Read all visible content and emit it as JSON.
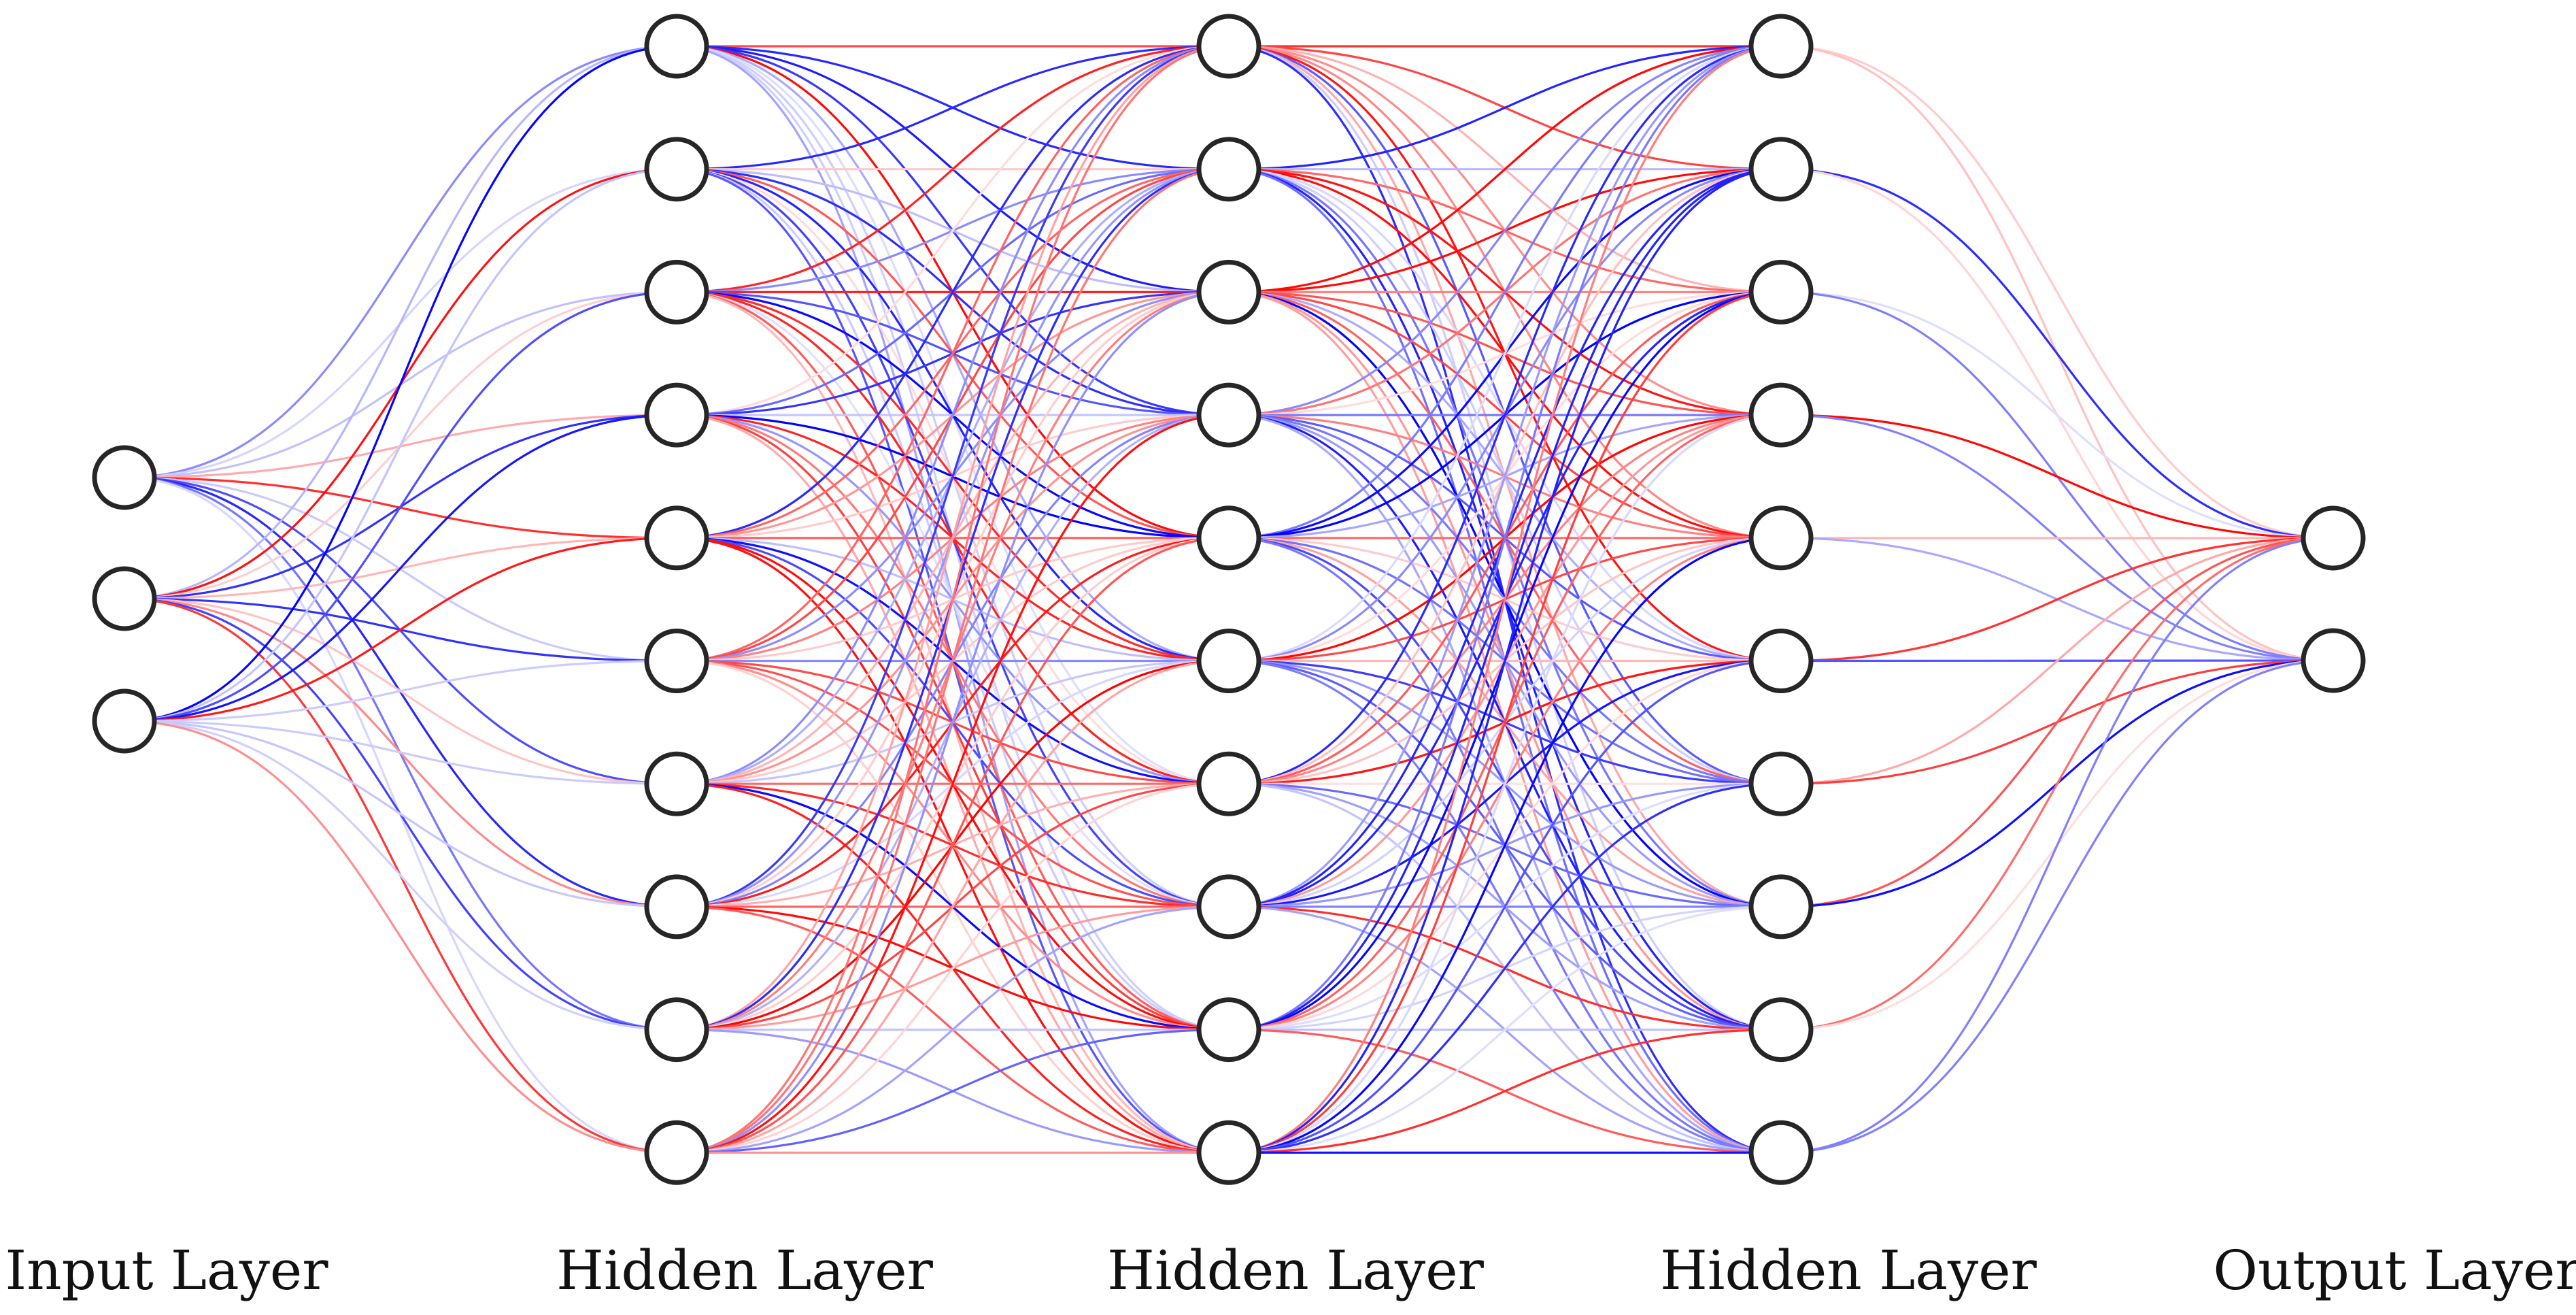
{
  "layers": [
    {
      "label": "Input Layer",
      "nodes": 3
    },
    {
      "label": "Hidden Layer",
      "nodes": 10
    },
    {
      "label": "Hidden Layer",
      "nodes": 10
    },
    {
      "label": "Hidden Layer",
      "nodes": 10
    },
    {
      "label": "Output Layer",
      "nodes": 2
    }
  ],
  "colors": {
    "positive": "#ff0000",
    "negative": "#0000ff",
    "node_stroke": "#262626",
    "node_fill": "#ffffff",
    "label": "#111111"
  }
}
